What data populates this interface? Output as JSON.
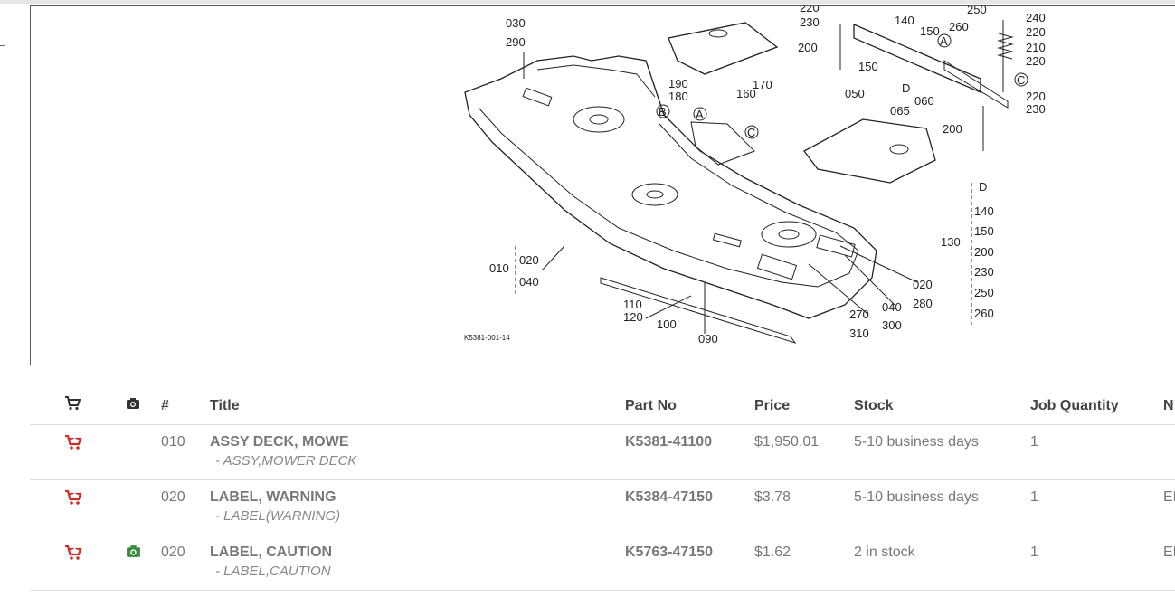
{
  "diagram": {
    "code": "K5381-001-14",
    "callouts": [
      "030",
      "290",
      "190",
      "180",
      "A",
      "B",
      "170",
      "160",
      "C",
      "010",
      "020",
      "040",
      "110",
      "120",
      "100",
      "090",
      "220",
      "230",
      "200",
      "140",
      "150",
      "260",
      "250",
      "240",
      "210",
      "050",
      "065",
      "060",
      "D",
      "130",
      "280",
      "270",
      "310",
      "300"
    ]
  },
  "table": {
    "headers": {
      "cart_icon": "cart-icon",
      "camera_icon": "camera-icon",
      "number": "#",
      "title": "Title",
      "part_no": "Part No",
      "price": "Price",
      "stock": "Stock",
      "job_quantity": "Job Quantity",
      "notes": "N"
    },
    "rows": [
      {
        "num": "010",
        "title": "ASSY DECK, MOWE",
        "subtitle": "- ASSY,MOWER DECK",
        "part_no": "K5381-41100",
        "price": "$1,950.01",
        "stock": "5-10 business days",
        "qty": "1",
        "notes": "",
        "has_photo": false
      },
      {
        "num": "020",
        "title": "LABEL, WARNING",
        "subtitle": "- LABEL(WARNING)",
        "part_no": "K5384-47150",
        "price": "$3.78",
        "stock": "5-10 business days",
        "qty": "1",
        "notes": "EN",
        "has_photo": false
      },
      {
        "num": "020",
        "title": "LABEL, CAUTION",
        "subtitle": "- LABEL,CAUTION",
        "part_no": "K5763-47150",
        "price": "$1.62",
        "stock": "2 in stock",
        "qty": "1",
        "notes": "EN",
        "has_photo": true
      }
    ]
  },
  "colors": {
    "cart_red": "#c9302c",
    "camera_green": "#3d8b3d",
    "header_icon": "#333333"
  }
}
